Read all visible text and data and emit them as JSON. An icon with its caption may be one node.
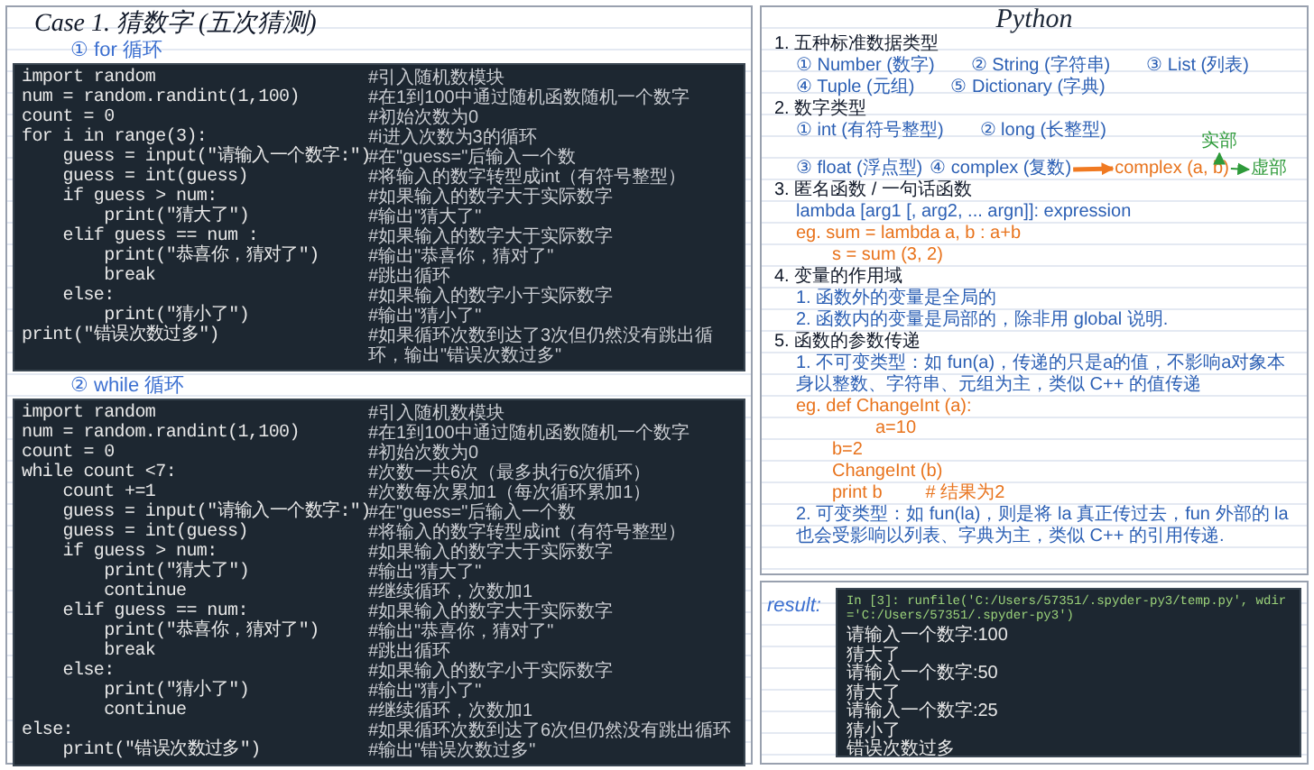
{
  "diagram": {
    "nodes": [
      {
        "text": [
          "import random",
          "#引入随机数模块",
          "num = random.randint(1,100)",
          "#在1到100中通过随机函数随机一个数字",
          "count = 0",
          "#初始次数为0",
          "for i in range(3):",
          "#i进入次数为3的循环",
          "    guess = input(\"请输入一个数字:\")",
          "#在\"guess=\"后输入一个数",
          "    guess = int(guess)",
          "#将输入的数字转型成int（有符号整型）",
          "    if guess > num:",
          "#如果输入的数字大于实际数字",
          "        print(\"猜大了\")",
          "#输出\"猜大了\"",
          "    elif guess == num :",
          "#如果输入的数字大于实际数字",
          "        print(\"恭喜你，猜对了\")",
          "#输出\"恭喜你，猜对了\"",
          "        break",
          "#跳出循环",
          "    else:",
          "#如果输入的数字小于实际数字",
          "        print(\"猜小了\")",
          "#输出\"猜小了\"",
          "print(\"错误次数过多\")",
          "#如果循环次数到达了3次但仍然没有跳出循环，输出\"错误次数过多\""
        ]
      },
      {
        "text": [
          "import random",
          "#引入随机数模块",
          "num = random.randint(1,100)",
          "#在1到100中通过随机函数随机一个数字",
          "count = 0",
          "#初始次数为0",
          "while count <7:",
          "#次数一共6次（最多执行6次循环）",
          "    count +=1",
          "#次数每次累加1（每次循环累加1）",
          "    guess = input(\"请输入一个数字:\")",
          "#在\"guess=\"后输入一个数",
          "    guess = int(guess)",
          "#将输入的数字转型成int（有符号整型）",
          "    if guess > num:",
          "#如果输入的数字大于实际数字",
          "        print(\"猜大了\")",
          "#输出\"猜大了\"",
          "        continue",
          "#继续循环，次数加1",
          "    elif guess == num:",
          "#如果输入的数字大于实际数字",
          "        print(\"恭喜你，猜对了\")",
          "#输出\"恭喜你，猜对了\"",
          "        break",
          "#跳出循环",
          "    else:",
          "#如果输入的数字小于实际数字",
          "        print(\"猜小了\")",
          "#输出\"猜小了\"",
          "        continue",
          "#继续循环，次数加1",
          "else:",
          "#如果循环次数到达了6次但仍然没有跳出循环",
          "    print(\"错误次数过多\")",
          "#输出\"错误次数过多\""
        ]
      },
      {
        "text": [
          "In [3]: runfile('C:/Users/57351/.spyder-py3/temp.py', wdir='C:/Users/57351/.spyder-py3')",
          "请输入一个数字:100",
          "猜大了",
          "请输入一个数字:50",
          "猜大了",
          "请输入一个数字:25",
          "猜小了",
          "错误次数过多"
        ]
      },
      {
        "text": [
          "④ complex (复数)"
        ]
      },
      {
        "text": [
          "complex (a, b)"
        ]
      },
      {
        "text": [
          "实部"
        ]
      },
      {
        "text": [
          "虚部"
        ]
      }
    ],
    "edges": [
      {
        "from": 3,
        "to": 4,
        "arrow": "to",
        "style": "thick",
        "color": "#f07a22"
      },
      {
        "from": 4,
        "to": 5,
        "arrow": "to"
      },
      {
        "from": 4,
        "to": 6,
        "arrow": "to"
      }
    ],
    "labels": [
      "Case 1. 猜数字 (五次猜测)",
      "① for 循环",
      "② while 循环",
      "result:",
      "Python",
      "1. 五种标准数据类型",
      "① Number (数字)",
      "② String (字符串)",
      "③ List (列表)",
      "④ Tuple (元组)",
      "⑤ Dictionary (字典)",
      "2. 数字类型",
      "① int (有符号整型)",
      "② long (长整型)",
      "③ float (浮点型)",
      "3. 匿名函数 / 一句话函数",
      "lambda [arg1 [, arg2, ... argn]]: expression",
      "eg. sum = lambda a, b : a+b",
      "s = sum (3, 2)",
      "4. 变量的作用域",
      "1. 函数外的变量是全局的",
      "2. 函数内的变量是局部的，除非用 global 说明.",
      "5. 函数的参数传递",
      "1. 不可变类型：如 fun(a)，传递的只是a的值，不影响a对象本身以整数、字符串、元组为主，类似 C++ 的值传递",
      "eg. def ChangeInt (a):",
      "a=10",
      "b=2",
      "ChangeInt (b)",
      "print b",
      "# 结果为2",
      "2. 可变类型：如 fun(la)，则是将 la 真正传过去，fun 外部的 la 也会受影响以列表、字典为主，类似 C++ 的引用传递."
    ]
  }
}
